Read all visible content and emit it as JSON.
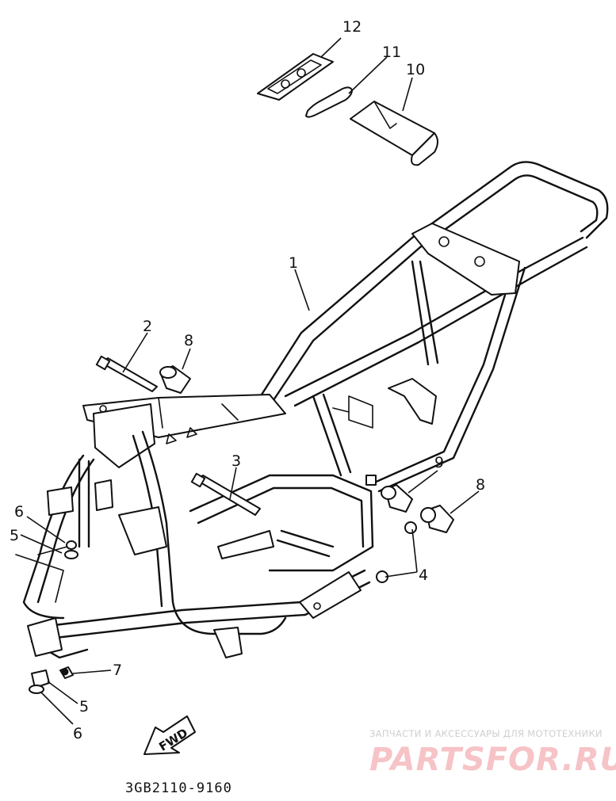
{
  "diagram": {
    "part_code": "3GB2110-9160",
    "fwd_label": "FWD",
    "callouts": {
      "c1": "1",
      "c2": "2",
      "c3": "3",
      "c4": "4",
      "c5a": "5",
      "c5b": "5",
      "c6a": "6",
      "c6b": "6",
      "c7": "7",
      "c8a": "8",
      "c8b": "8",
      "c9": "9",
      "c10": "10",
      "c11": "11",
      "c12": "12"
    }
  },
  "watermark": {
    "tagline": "ЗАПЧАСТИ И АКСЕССУАРЫ ДЛЯ МОТОТЕХНИКИ",
    "brand": "PARTSFOR.RU",
    "brand_color": "#e8555f"
  }
}
